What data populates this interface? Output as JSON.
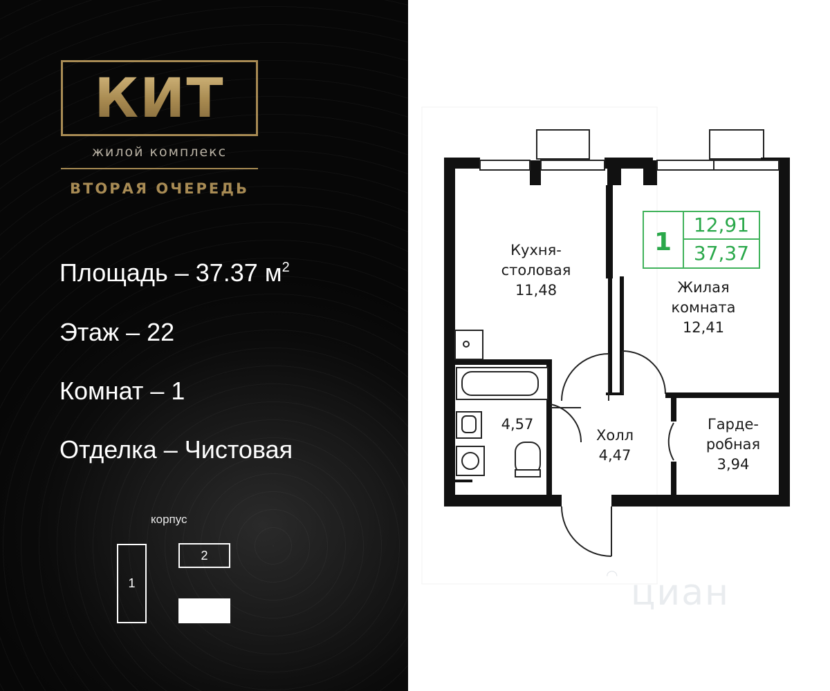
{
  "logo": {
    "title": "КИТ",
    "subtitle": "жилой комплекс",
    "stage": "ВТОРАЯ ОЧЕРЕДЬ"
  },
  "info": {
    "area": "Площадь – 37.37  м",
    "area_unit_sup": "2",
    "floor": "Этаж – 22",
    "rooms": "Комнат – 1",
    "finish": "Отделка – Чистовая"
  },
  "site_plan": {
    "label": "корпус",
    "building_1": "1",
    "building_2": "2"
  },
  "plan": {
    "badge_rooms": "1",
    "badge_living": "12,91",
    "badge_total": "37,37",
    "kitchen": {
      "name_1": "Кухня-",
      "name_2": "столовая",
      "area": "11,48"
    },
    "living": {
      "name_1": "Жилая",
      "name_2": "комната",
      "area": "12,41"
    },
    "bathroom": {
      "area": "4,57"
    },
    "hall": {
      "name": "Холл",
      "area": "4,47"
    },
    "wardrobe": {
      "name_1": "Гарде-",
      "name_2": "робная",
      "area": "3,94"
    },
    "watermark": "циан",
    "colors": {
      "accent_green": "#2aa84a",
      "gold": "#a88b54"
    }
  }
}
